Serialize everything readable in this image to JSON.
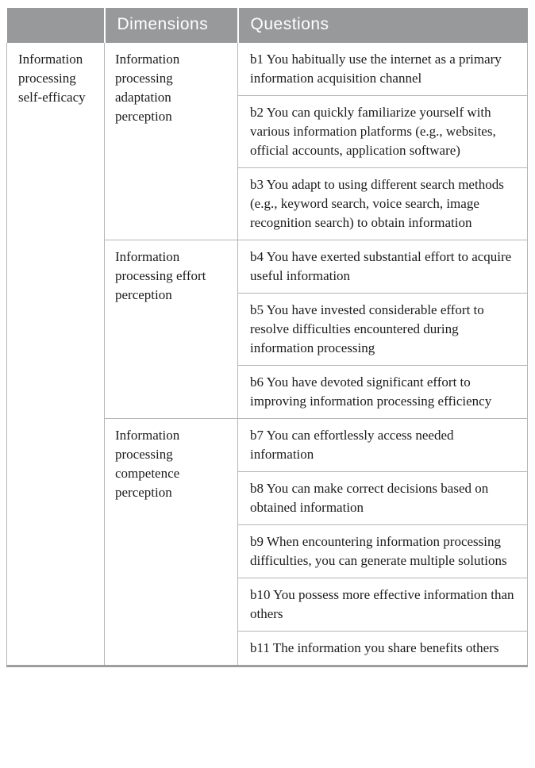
{
  "header": {
    "dimensions_label": "Dimensions",
    "questions_label": "Questions"
  },
  "category": "Information processing self-efficacy",
  "groups": [
    {
      "dimension": "Information processing adaptation perception",
      "questions": [
        "b1 You habitually use the internet as a primary information acquisition channel",
        "b2 You can quickly familiarize yourself with various information platforms (e.g., websites, official accounts, application software)",
        "b3 You adapt to using different search methods (e.g., keyword search, voice search, image recognition search) to obtain information"
      ]
    },
    {
      "dimension": "Information processing effort perception",
      "questions": [
        "b4 You have exerted substantial effort to acquire useful information",
        "b5 You have invested considerable effort to resolve difficulties encountered during information processing",
        "b6 You have devoted significant effort to improving information processing efficiency"
      ]
    },
    {
      "dimension": "Information processing competence perception",
      "questions": [
        "b7 You can effortlessly access needed information",
        "b8 You can make correct decisions based on obtained information",
        "b9 When encountering information processing difficulties, you can generate multiple solutions",
        "b10 You possess more effective information than others",
        "b11 The information you share benefits others"
      ]
    }
  ],
  "colors": {
    "header_bg": "#97999b",
    "header_text": "#ffffff",
    "cell_border": "#b4b6b7",
    "bottom_rule": "#9c9ea0",
    "body_text": "#1b1b1b"
  }
}
